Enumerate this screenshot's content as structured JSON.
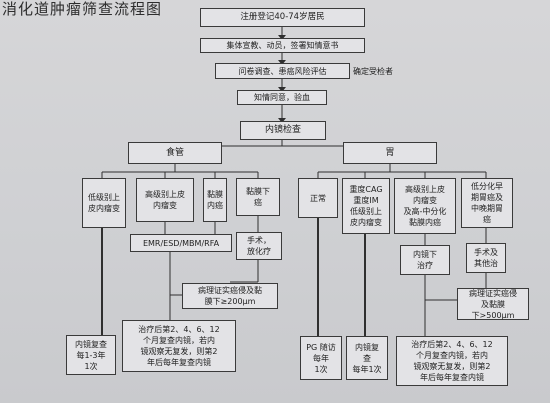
{
  "title": "消化道肿瘤筛查流程图",
  "nodes": {
    "register": "注册登记40-74岁居民",
    "education": "集体宣教、动员，签署知情意书",
    "survey": "问卷调查、患癌风险评估",
    "survey_note": "确定受检者",
    "consent": "知情同意，验血",
    "endoscopy": "内镜检查",
    "esophagus": "食管",
    "stomach": "胃",
    "eso_low": "低级别上\n皮内瘤变",
    "eso_high": "高级别上皮\n内瘤变",
    "eso_mucosal": "黏膜\n内癌",
    "eso_submucosal": "黏膜下\n癌",
    "emr": "EMR/ESD/MBM/RFA",
    "surgery_left": "手术，\n放化疗",
    "path_left": "病理证实癌侵及黏\n膜下≥200μm",
    "eso_follow_low": "内镜复查\n每1-3年\n1次",
    "eso_follow_treat": "治疗后第2、4、6、12\n个月复查内镜，若内\n镜观察无复发，则第2\n年后每年复查内镜",
    "st_normal": "正常",
    "st_cag": "重度CAG\n重度IM\n低级别上\n皮内瘤变",
    "st_high": "高级别上皮\n内瘤变\n及高-中分化\n黏膜内癌",
    "st_low_diff": "低分化早\n期胃癌及\n中晚期胃\n癌",
    "st_endo_treat": "内镜下\n治疗",
    "surgery_right": "手术及\n其他治",
    "path_right": "病理证实癌侵\n及黏膜\n下>500μm",
    "st_follow_pg": "PG 随访\n每年\n1次",
    "st_follow_cag": "内镜复\n查\n每年1次",
    "st_follow_treat": "治疗后第2、4、6、12\n个月复查内镜，若内\n镜观察无复发，则第2\n年后每年复查内镜"
  }
}
